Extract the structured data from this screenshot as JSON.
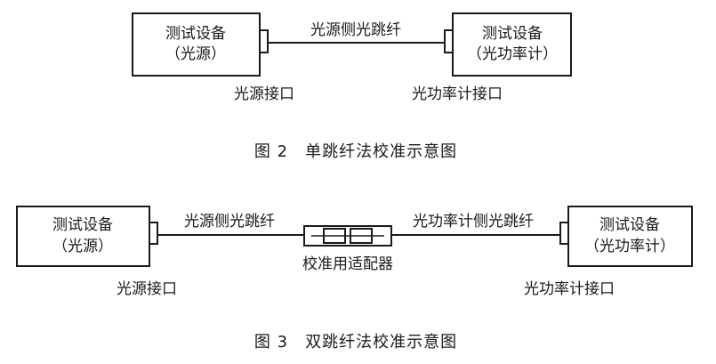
{
  "figure2": {
    "source_device": {
      "line1": "测试设备",
      "line2": "（光源）"
    },
    "meter_device": {
      "line1": "测试设备",
      "line2": "（光功率计）"
    },
    "fiber_label": "光源侧光跳纤",
    "source_port_label": "光源接口",
    "meter_port_label": "光功率计接口",
    "caption": "图 2　单跳纤法校准示意图"
  },
  "figure3": {
    "source_device": {
      "line1": "测试设备",
      "line2": "（光源）"
    },
    "meter_device": {
      "line1": "测试设备",
      "line2": "（光功率计）"
    },
    "source_fiber_label": "光源侧光跳纤",
    "meter_fiber_label": "光功率计侧光跳纤",
    "adapter_label": "校准用适配器",
    "source_port_label": "光源接口",
    "meter_port_label": "光功率计接口",
    "caption": "图 3　双跳纤法校准示意图"
  },
  "colors": {
    "stroke": "#1a1a1a",
    "background": "#ffffff"
  }
}
